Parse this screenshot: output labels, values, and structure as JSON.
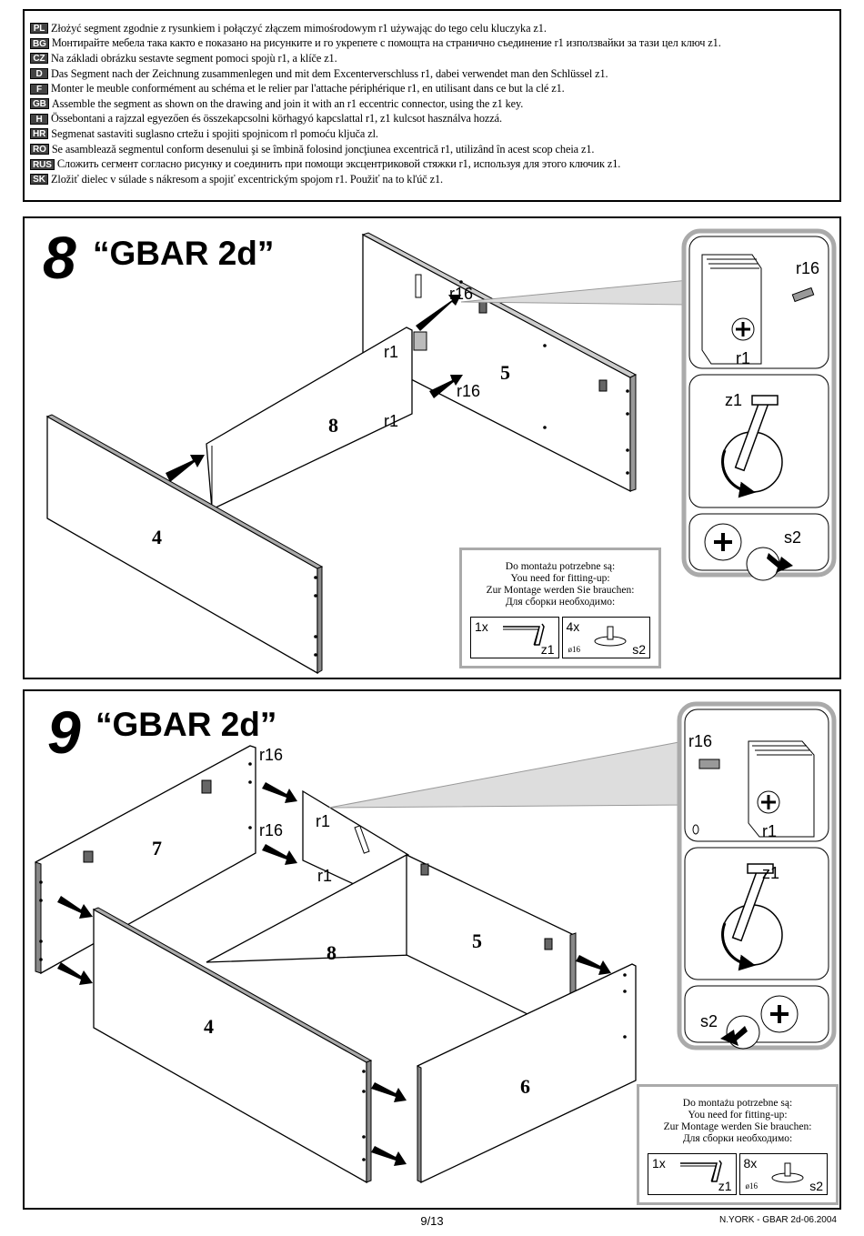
{
  "instructions": [
    {
      "code": "PL",
      "text": "Złożyć segment zgodnie z rysunkiem i połączyć złączem mimośrodowym r1  używając do tego celu  kluczyka z1."
    },
    {
      "code": "BG",
      "text": "Монтирайте мебела така както е показано на рисунките и го укрепете с помощта на странично съединение r1 използвайки за тази цел ключ z1."
    },
    {
      "code": "CZ",
      "text": "Na základi obrázku sestavte segment pomoci spojù r1, a klíče z1."
    },
    {
      "code": "D",
      "text": "Das Segment nach der Zeichnung zusammenlegen und mit dem Excenterverschluss r1, dabei verwendet man den Schlüssel z1."
    },
    {
      "code": "F",
      "text": "Monter le meuble conformément au schéma et le relier par l'attache périphérique r1, en utilisant dans ce but la clé z1."
    },
    {
      "code": "GB",
      "text": "Assemble the segment as shown on the drawing and join it with an r1 eccentric connector, using the z1 key."
    },
    {
      "code": "H",
      "text": "Össebontani a rajzzal egyezően és összekapcsolni körhagyó kapcslattal r1, z1 kulcsot használva hozzá."
    },
    {
      "code": "HR",
      "text": "Segmenat sastaviti suglasno crtežu i spojiti spojnicom rl pomoću ključa zl."
    },
    {
      "code": "RO",
      "text": "Se asamblează segmentul conform desenului şi se îmbină folosind joncţiunea excentrică r1, utilizând în acest scop cheia z1."
    },
    {
      "code": "RUS",
      "text": "Сложить сегмент согласно рисунку и соединить при помощи эксцентриковой стяжки r1, используя для этого ключик z1."
    },
    {
      "code": "SK",
      "text": "Zložiť dielec v súlade s nákresom a spojiť excentrickým spojom r1. Použiť na to kľúč z1."
    }
  ],
  "step8": {
    "number": "8",
    "title": "“GBAR 2d”",
    "panel_labels": {
      "p4": "4",
      "p5": "5",
      "p8": "8"
    },
    "callouts": {
      "r16_a": "r16",
      "r16_b": "r16",
      "r1_a": "r1",
      "r1_b": "r1"
    },
    "inset": {
      "r16": "r16",
      "r1": "r1",
      "z1": "z1",
      "s2": "s2"
    },
    "fitting": {
      "lines": [
        "Do montażu potrzebne są:",
        "You need for fitting-up:",
        "Zur Montage werden Sie brauchen:",
        "Для сборки необходимо:"
      ],
      "item1": {
        "qty": "1x",
        "code": "z1"
      },
      "item2": {
        "qty": "4x",
        "code": "s2",
        "diameter": "ø16"
      }
    }
  },
  "step9": {
    "number": "9",
    "title": "“GBAR 2d”",
    "panel_labels": {
      "p7": "7",
      "p8": "8",
      "p5": "5",
      "p4": "4",
      "p6": "6"
    },
    "callouts": {
      "r16_a": "r16",
      "r16_b": "r16",
      "r1_a": "r1",
      "r1_b": "r1"
    },
    "inset": {
      "r16": "r16",
      "r1": "r1",
      "z1": "z1",
      "s2": "s2"
    },
    "fitting": {
      "lines": [
        "Do montażu potrzebne są:",
        "You need for fitting-up:",
        "Zur Montage werden Sie brauchen:",
        "Для сборки необходимо:"
      ],
      "item1": {
        "qty": "1x",
        "code": "z1"
      },
      "item2": {
        "qty": "8x",
        "code": "s2",
        "diameter": "ø16"
      }
    }
  },
  "footer": {
    "page": "9/13",
    "reference": "N.YORK - GBAR 2d-06.2004"
  }
}
